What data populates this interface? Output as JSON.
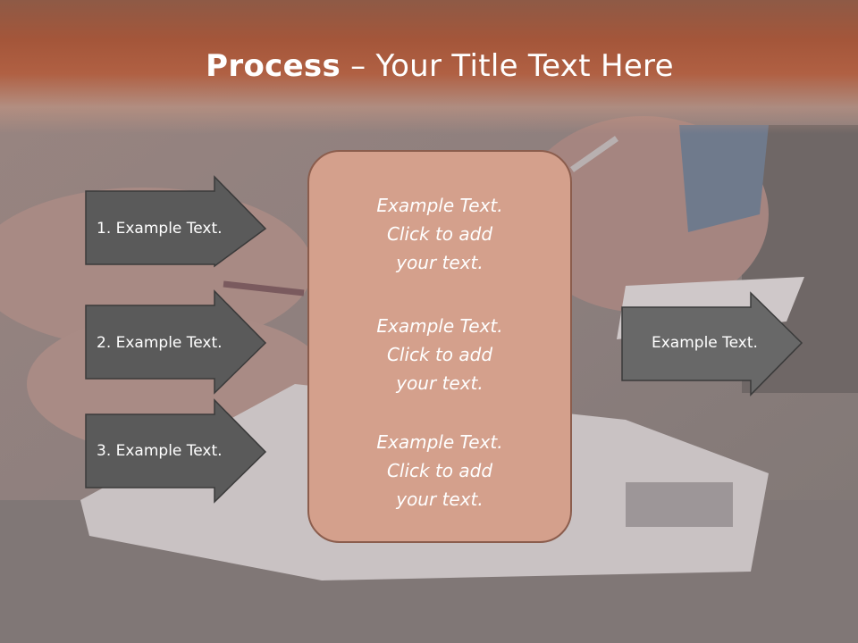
{
  "slide": {
    "title_bold": "Process",
    "title_rest": " – Your Title Text Here"
  },
  "left_arrows": [
    {
      "label": "1. Example Text."
    },
    {
      "label": "2. Example Text."
    },
    {
      "label": "3. Example Text."
    }
  ],
  "center": {
    "blocks": [
      {
        "line1": "Example Text.",
        "line2": "Click  to add",
        "line3": "your text."
      },
      {
        "line1": "Example Text.",
        "line2": "Click  to add",
        "line3": "your text."
      },
      {
        "line1": "Example Text.",
        "line2": "Click  to add",
        "line3": "your text."
      }
    ]
  },
  "right_arrow": {
    "label": "Example Text."
  },
  "colors": {
    "header": "#a4563a",
    "arrow_fill": "#5a5a5a",
    "center_fill": "#d4a08c"
  }
}
